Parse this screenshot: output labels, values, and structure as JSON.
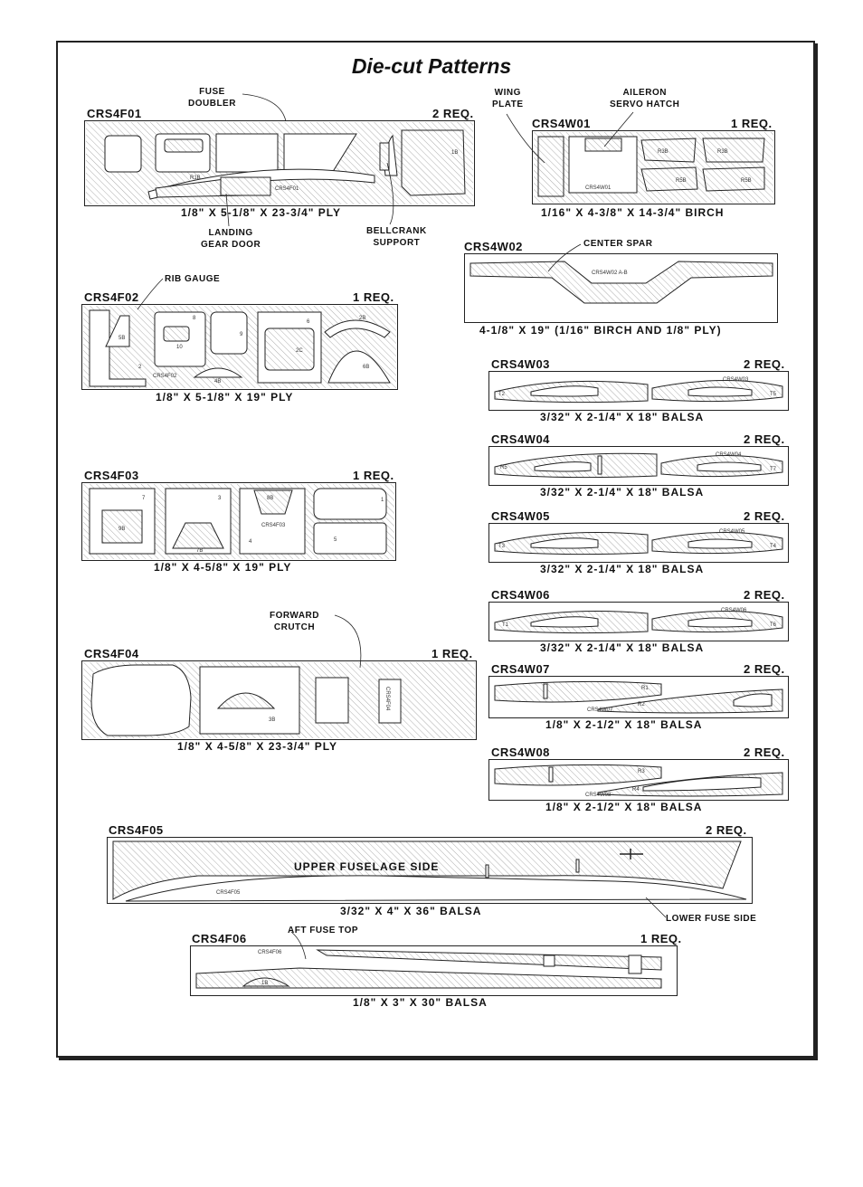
{
  "title": "Die-cut Patterns",
  "sheets": {
    "f01": {
      "code": "CRS4F01",
      "req": "2 REQ.",
      "dim": "1/8\" X 5-1/8\" X 23-3/4\" PLY",
      "part_label": "CRS4F01",
      "part_r1b": "R1B",
      "part_1b": "1B"
    },
    "w01": {
      "code": "CRS4W01",
      "req": "1 REQ.",
      "dim": "1/16\" X 4-3/8\" X 14-3/4\" BIRCH",
      "part_label": "CRS4W01",
      "r3b": "R3B",
      "r3b2": "R3B",
      "r5b": "R5B",
      "r5b2": "R5B"
    },
    "w02": {
      "code": "CRS4W02",
      "dim": "4-1/8\" X 19\" (1/16\" BIRCH AND 1/8\" PLY)",
      "part_label": "CRS4W02 A-B"
    },
    "f02": {
      "code": "CRS4F02",
      "req": "1 REQ.",
      "dim": "1/8\" X 5-1/8\" X 19\" PLY",
      "part_label": "CRS4F02",
      "p5b": "5B",
      "p10": "10",
      "p8": "8",
      "p9": "9",
      "p6": "6",
      "p2c": "2C",
      "p2b": "2B",
      "p6b": "6B",
      "p4b": "4B",
      "p2": "2"
    },
    "w03": {
      "code": "CRS4W03",
      "req": "2 REQ.",
      "dim": "3/32\" X 2-1/4\" X 18\" BALSA",
      "part_label": "CRS4W03",
      "left": "T2",
      "right": "T5"
    },
    "w04": {
      "code": "CRS4W04",
      "req": "2 REQ.",
      "dim": "3/32\" X 2-1/4\" X 18\" BALSA",
      "part_label": "CRS4W04",
      "left": "R5",
      "right": "T7"
    },
    "w05": {
      "code": "CRS4W05",
      "req": "2 REQ.",
      "dim": "3/32\" X 2-1/4\" X 18\" BALSA",
      "part_label": "CRS4W05",
      "left": "T3",
      "right": "T4"
    },
    "w06": {
      "code": "CRS4W06",
      "req": "2 REQ.",
      "dim": "3/32\" X 2-1/4\" X 18\" BALSA",
      "part_label": "CRS4W06",
      "left": "T1",
      "right": "T6"
    },
    "f03": {
      "code": "CRS4F03",
      "req": "1 REQ.",
      "dim": "1/8\" X 4-5/8\" X 19\" PLY",
      "part_label": "CRS4F03",
      "p7": "7",
      "p9b": "9B",
      "p3": "3",
      "p7b": "7B",
      "p8b": "8B",
      "p4": "4",
      "p5": "5",
      "p1": "1"
    },
    "w07": {
      "code": "CRS4W07",
      "req": "2 REQ.",
      "dim": "1/8\" X 2-1/2\" X 18\" BALSA",
      "part_label": "CRS4W07",
      "r1": "R1",
      "r2": "R2"
    },
    "f04": {
      "code": "CRS4F04",
      "req": "1 REQ.",
      "dim": "1/8\" X 4-5/8\" X 23-3/4\" PLY",
      "part_label": "CRS4F04",
      "p3b": "3B"
    },
    "w08": {
      "code": "CRS4W08",
      "req": "2 REQ.",
      "dim": "1/8\" X 2-1/2\" X 18\" BALSA",
      "part_label": "CRS4W08",
      "r3": "R3",
      "r4": "R4"
    },
    "f05": {
      "code": "CRS4F05",
      "req": "2 REQ.",
      "dim": "3/32\" X 4\" X 36\" BALSA",
      "part_label": "CRS4F05",
      "upper_label": "UPPER FUSELAGE SIDE"
    },
    "f06": {
      "code": "CRS4F06",
      "req": "1 REQ.",
      "dim": "1/8\" X 3\" X 30\" BALSA",
      "part_label": "CRS4F06",
      "p1b": "1B"
    }
  },
  "notes": {
    "fuse_doubler": [
      "FUSE",
      "DOUBLER"
    ],
    "landing_gear_door": [
      "LANDING",
      "GEAR DOOR"
    ],
    "bellcrank_support": [
      "BELLCRANK",
      "SUPPORT"
    ],
    "wing_plate": [
      "WING",
      "PLATE"
    ],
    "aileron_servo_hatch": [
      "AILERON",
      "SERVO HATCH"
    ],
    "center_spar": "CENTER SPAR",
    "rib_gauge": "RIB GAUGE",
    "forward_crutch": [
      "FORWARD",
      "CRUTCH"
    ],
    "lower_fuse_side": "LOWER FUSE SIDE",
    "aft_fuse_top": "AFT FUSE TOP"
  }
}
